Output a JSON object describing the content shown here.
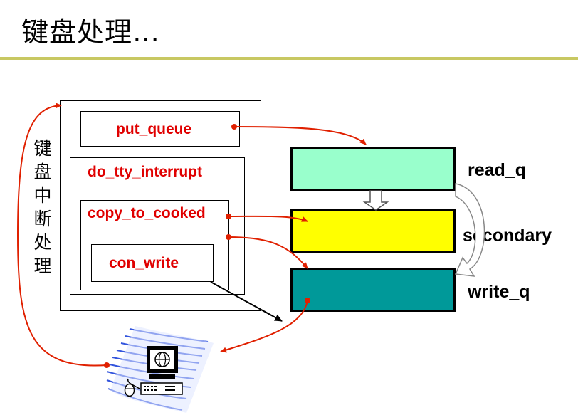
{
  "title": "键盘处理…",
  "side_label": [
    "键",
    "盘",
    "中",
    "断",
    "处",
    "理"
  ],
  "functions": {
    "put_queue": "put_queue",
    "do_tty_interrupt": "do_tty_interrupt",
    "copy_to_cooked": "copy_to_cooked",
    "con_write": "con_write"
  },
  "queues": [
    {
      "label": "read_q",
      "color": "#99ffcc"
    },
    {
      "label": "secondary",
      "color": "#ffff00"
    },
    {
      "label": "write_q",
      "color": "#009999"
    }
  ],
  "colors": {
    "rule": "#c8c862",
    "arrow": "#e02000",
    "text_red": "#e00000"
  },
  "icons": [
    "computer-icon",
    "keyboard-icon",
    "mouse-icon"
  ]
}
